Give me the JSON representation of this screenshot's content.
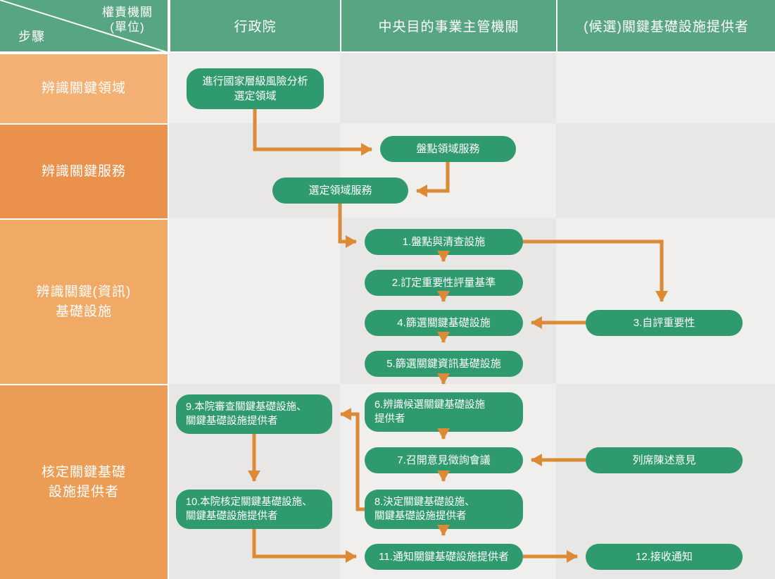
{
  "corner": {
    "top_label": "權責機關\n(單位)",
    "bottom_label": "步驟"
  },
  "columns": [
    {
      "label": "行政院"
    },
    {
      "label": "中央目的事業主管機關"
    },
    {
      "label": "(候選)關鍵基礎設施提供者"
    }
  ],
  "rows": [
    {
      "label": "辨識關鍵領域"
    },
    {
      "label": "辨識關鍵服務"
    },
    {
      "label": "辨識關鍵(資訊)\n基礎設施"
    },
    {
      "label": "核定關鍵基礎\n設施提供者"
    }
  ],
  "nodes": {
    "risk_analysis": {
      "label": "進行國家層級風險分析\n選定領域",
      "column": "行政院",
      "row": "辨識關鍵領域"
    },
    "survey_services": {
      "label": "盤點領域服務",
      "column": "中央目的事業主管機關",
      "row": "辨識關鍵服務"
    },
    "select_services": {
      "label": "選定領域服務",
      "column": "中央目的事業主管機關",
      "row": "辨識關鍵服務"
    },
    "step1": {
      "label": "1.盤點與清查設施",
      "column": "中央目的事業主管機關",
      "row": "辨識關鍵(資訊)基礎設施"
    },
    "step2": {
      "label": "2.訂定重要性評量基準",
      "column": "中央目的事業主管機關",
      "row": "辨識關鍵(資訊)基礎設施"
    },
    "step3": {
      "label": "3.自評重要性",
      "column": "(候選)關鍵基礎設施提供者",
      "row": "辨識關鍵(資訊)基礎設施"
    },
    "step4": {
      "label": "4.篩選關鍵基礎設施",
      "column": "中央目的事業主管機關",
      "row": "辨識關鍵(資訊)基礎設施"
    },
    "step5": {
      "label": "5.篩選關鍵資訊基礎設施",
      "column": "中央目的事業主管機關",
      "row": "辨識關鍵(資訊)基礎設施"
    },
    "step6": {
      "label": "6.辨識候選關鍵基礎設施\n提供者",
      "column": "中央目的事業主管機關",
      "row": "核定關鍵基礎設施提供者"
    },
    "step7": {
      "label": "7.召開意見徵詢會議",
      "column": "中央目的事業主管機關",
      "row": "核定關鍵基礎設施提供者"
    },
    "attend": {
      "label": "列席陳述意見",
      "column": "(候選)關鍵基礎設施提供者",
      "row": "核定關鍵基礎設施提供者"
    },
    "step8": {
      "label": "8.決定關鍵基礎設施、\n關鍵基礎設施提供者",
      "column": "中央目的事業主管機關",
      "row": "核定關鍵基礎設施提供者"
    },
    "step9": {
      "label": "9.本院審查關鍵基礎設施、\n關鍵基礎設施提供者",
      "column": "行政院",
      "row": "核定關鍵基礎設施提供者"
    },
    "step10": {
      "label": "10.本院核定關鍵基礎設施、\n關鍵基礎設施提供者",
      "column": "行政院",
      "row": "核定關鍵基礎設施提供者"
    },
    "step11": {
      "label": "11.通知關鍵基礎設施提供者",
      "column": "中央目的事業主管機關",
      "row": "核定關鍵基礎設施提供者"
    },
    "step12": {
      "label": "12.接收通知",
      "column": "(候選)關鍵基礎設施提供者",
      "row": "核定關鍵基礎設施提供者"
    }
  },
  "edges": [
    {
      "from": "risk_analysis",
      "to": "survey_services"
    },
    {
      "from": "survey_services",
      "to": "select_services"
    },
    {
      "from": "select_services",
      "to": "step1"
    },
    {
      "from": "step1",
      "to": "step2"
    },
    {
      "from": "step1",
      "to": "step3"
    },
    {
      "from": "step2",
      "to": "step4"
    },
    {
      "from": "step3",
      "to": "step4"
    },
    {
      "from": "step4",
      "to": "step5"
    },
    {
      "from": "step5",
      "to": "step6"
    },
    {
      "from": "step6",
      "to": "step7"
    },
    {
      "from": "attend",
      "to": "step7"
    },
    {
      "from": "step7",
      "to": "step8"
    },
    {
      "from": "step8",
      "to": "step9"
    },
    {
      "from": "step9",
      "to": "step10"
    },
    {
      "from": "step10",
      "to": "step11"
    },
    {
      "from": "step8",
      "to": "step11"
    },
    {
      "from": "step11",
      "to": "step12"
    }
  ],
  "colors": {
    "header_green": "#58a583",
    "node_green": "#2f9a6e",
    "arrow_orange": "#dd8a36",
    "row_orange_1": "#f3b173",
    "row_orange_2": "#e9914d",
    "row_orange_3": "#f1aa66",
    "row_orange_4": "#eb9c55",
    "cell_light": "#f0efed",
    "cell_dark": "#e8e7e5"
  }
}
